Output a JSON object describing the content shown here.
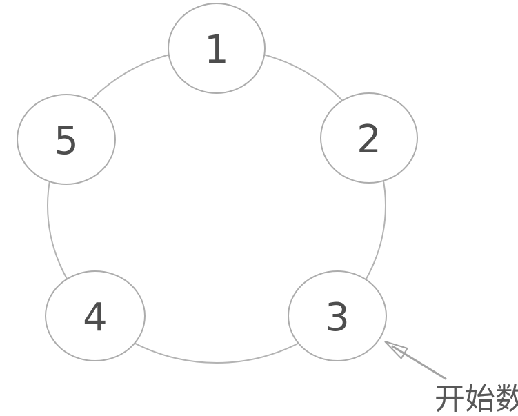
{
  "diagram": {
    "description": "Five numbered nodes arranged on a ring; an arrow marks node 3 as the starting point for counting",
    "nodes": [
      {
        "label": "1"
      },
      {
        "label": "2"
      },
      {
        "label": "3"
      },
      {
        "label": "4"
      },
      {
        "label": "5"
      }
    ],
    "annotation": {
      "label": "开始数",
      "points_to_node": "3"
    },
    "colors": {
      "background": "#ffffff",
      "ring_stroke": "#b3b3b3",
      "node_stroke": "#acacac",
      "number": "#4d4d4d",
      "arrow": "#a3a3a3",
      "label_text": "#585858"
    }
  }
}
